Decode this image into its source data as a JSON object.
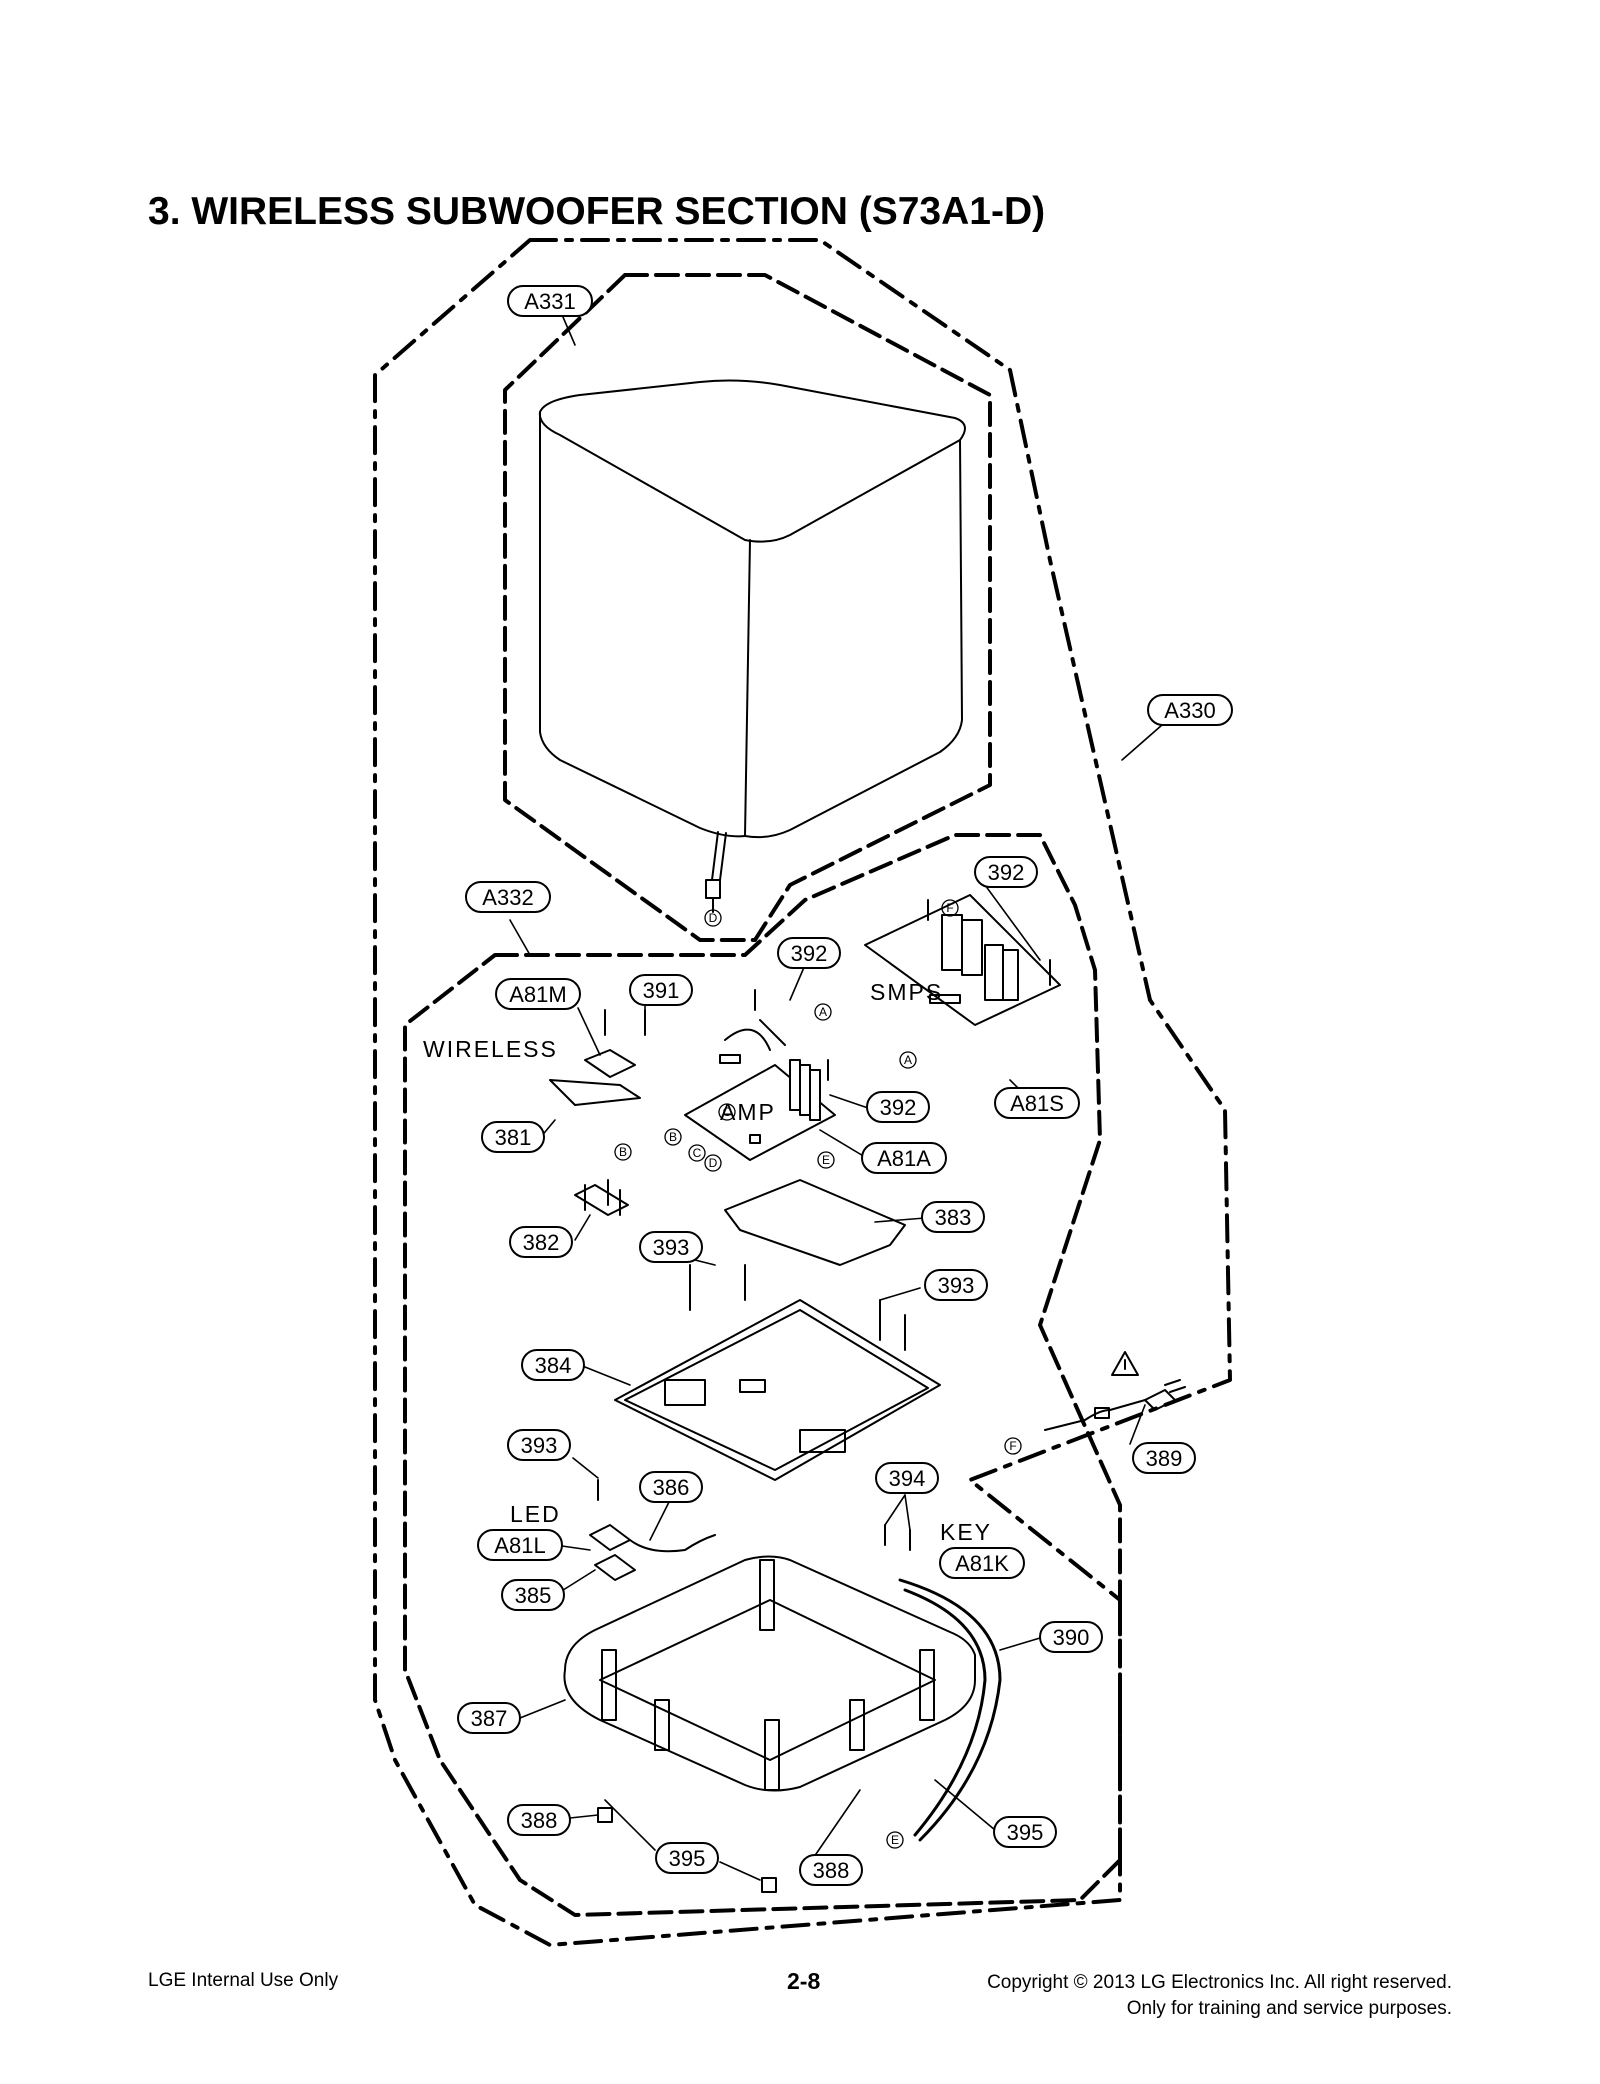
{
  "page": {
    "title": "3. WIRELESS SUBWOOFER SECTION (S73A1-D)"
  },
  "footer": {
    "left": "LGE Internal Use Only",
    "center": "2-8",
    "right_line1": "Copyright © 2013 LG Electronics Inc. All right reserved.",
    "right_line2": "Only for training and service purposes."
  },
  "callouts": {
    "a331": "A331",
    "a330": "A330",
    "a332": "A332",
    "a81m": "A81M",
    "n391": "391",
    "n392_top": "392",
    "n392_mid": "392",
    "n392_right": "392",
    "a81s": "A81S",
    "a81a": "A81A",
    "n381": "381",
    "n382": "382",
    "n383": "383",
    "n393_a": "393",
    "n393_b": "393",
    "n384": "384",
    "n393_c": "393",
    "n386": "386",
    "a81l": "A81L",
    "n385": "385",
    "n394": "394",
    "a81k": "A81K",
    "n389": "389",
    "n390": "390",
    "n387": "387",
    "n388_left": "388",
    "n395_left": "395",
    "n388_bottom": "388",
    "n395_right": "395"
  },
  "section_labels": {
    "wireless": "WIRELESS",
    "amp": "AMP",
    "smps": "SMPS",
    "led": "LED",
    "key": "KEY"
  },
  "connector_letters": {
    "a1": "A",
    "a2": "A",
    "b1": "B",
    "b2": "B",
    "c1": "C",
    "c2": "C",
    "d1": "D",
    "d2": "D",
    "e1": "E",
    "e2": "E",
    "f1": "F",
    "f2": "F"
  },
  "warning_symbol": "⚠"
}
